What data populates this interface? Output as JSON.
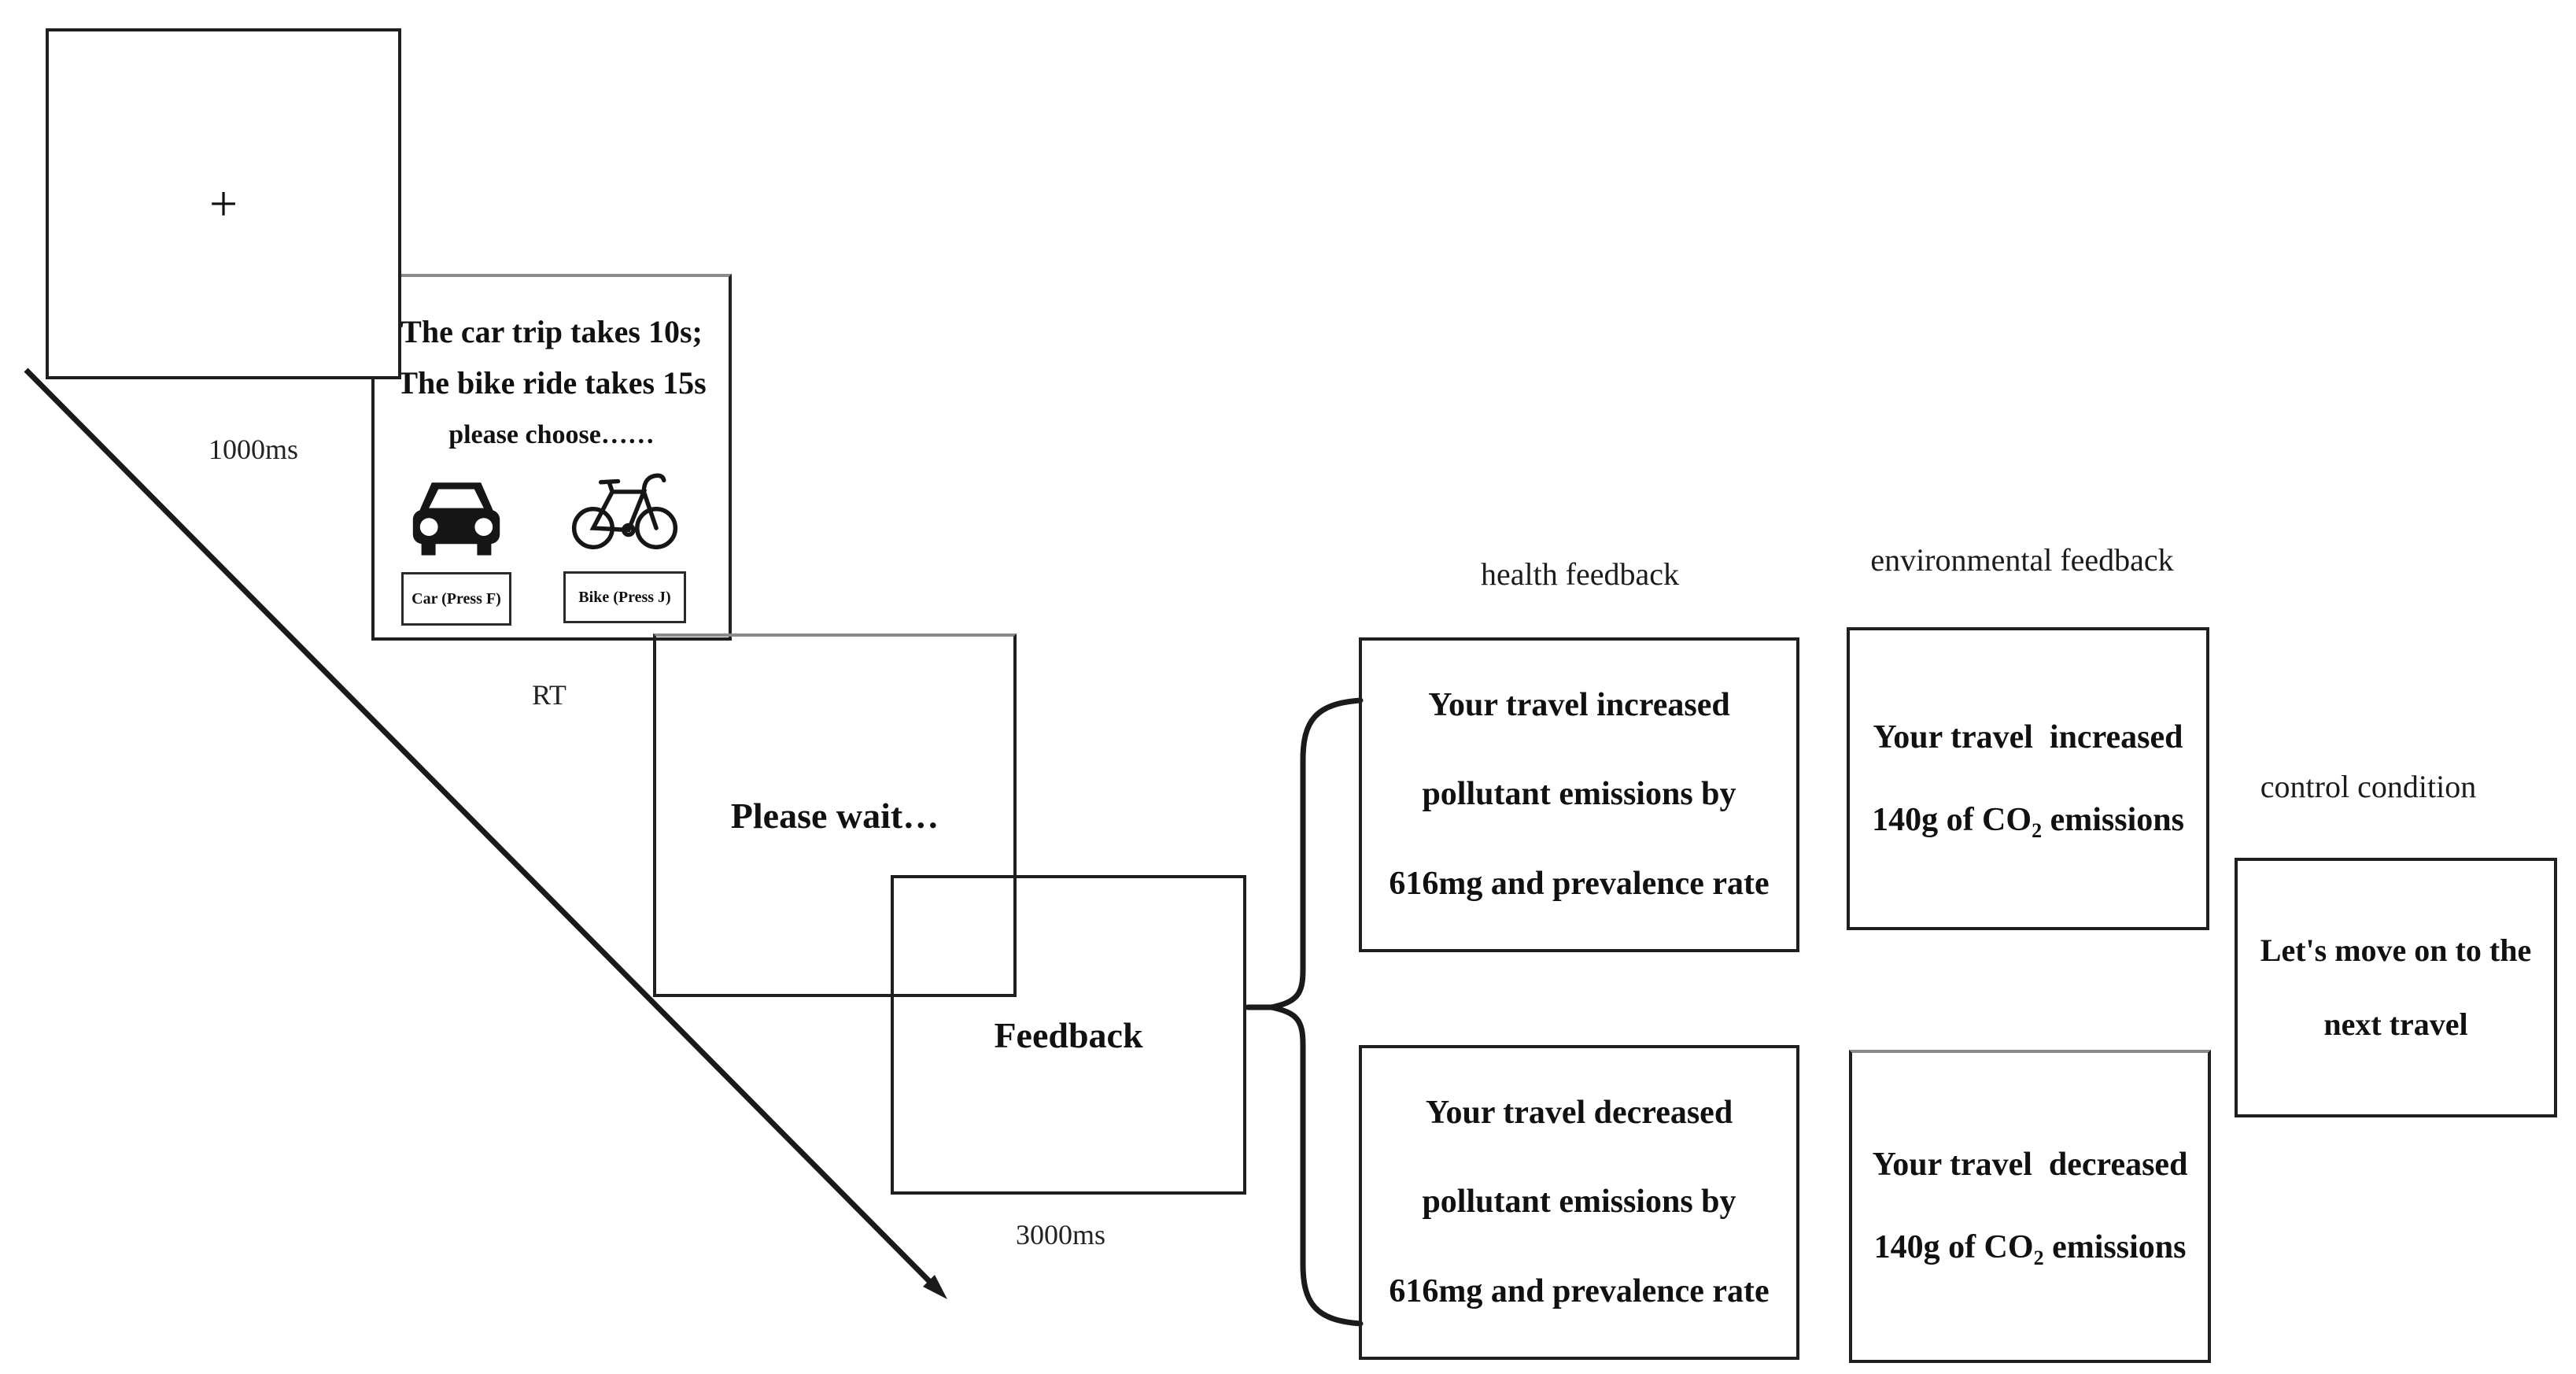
{
  "figure": {
    "background": "#ffffff",
    "ink": "#1f1f1f"
  },
  "timeline": {
    "fixation": {
      "cross": "+",
      "duration_label": "1000ms"
    },
    "choice": {
      "instruction_line1": "The car trip takes 10s;",
      "instruction_line2": "The bike ride takes 15s",
      "prompt": "please choose……",
      "car_button_label": "Car (Press F)",
      "bike_button_label": "Bike (Press J)",
      "car_icon": "car-icon",
      "bike_icon": "bicycle-icon",
      "duration_label": "RT"
    },
    "wait": {
      "message": "Please wait…"
    },
    "feedback": {
      "title": "Feedback",
      "duration_label": "3000ms"
    }
  },
  "conditions": {
    "health": {
      "header": "health feedback",
      "increase_lines": [
        "Your travel increased",
        "pollutant emissions by",
        "616mg and prevalence rate"
      ],
      "decrease_lines": [
        "Your travel decreased",
        "pollutant emissions by",
        "616mg and prevalence rate"
      ]
    },
    "environmental": {
      "header": "environmental feedback",
      "increase": {
        "line1": "Your travel  increased",
        "line2_pre": "140g of CO",
        "line2_sub": "2",
        "line2_post": " emissions"
      },
      "decrease": {
        "line1": "Your travel  decreased",
        "line2_pre": "140g of CO",
        "line2_sub": "2",
        "line2_post": " emissions"
      }
    },
    "control": {
      "header": "control condition",
      "lines": [
        "Let's move on to the",
        "next travel"
      ]
    }
  }
}
